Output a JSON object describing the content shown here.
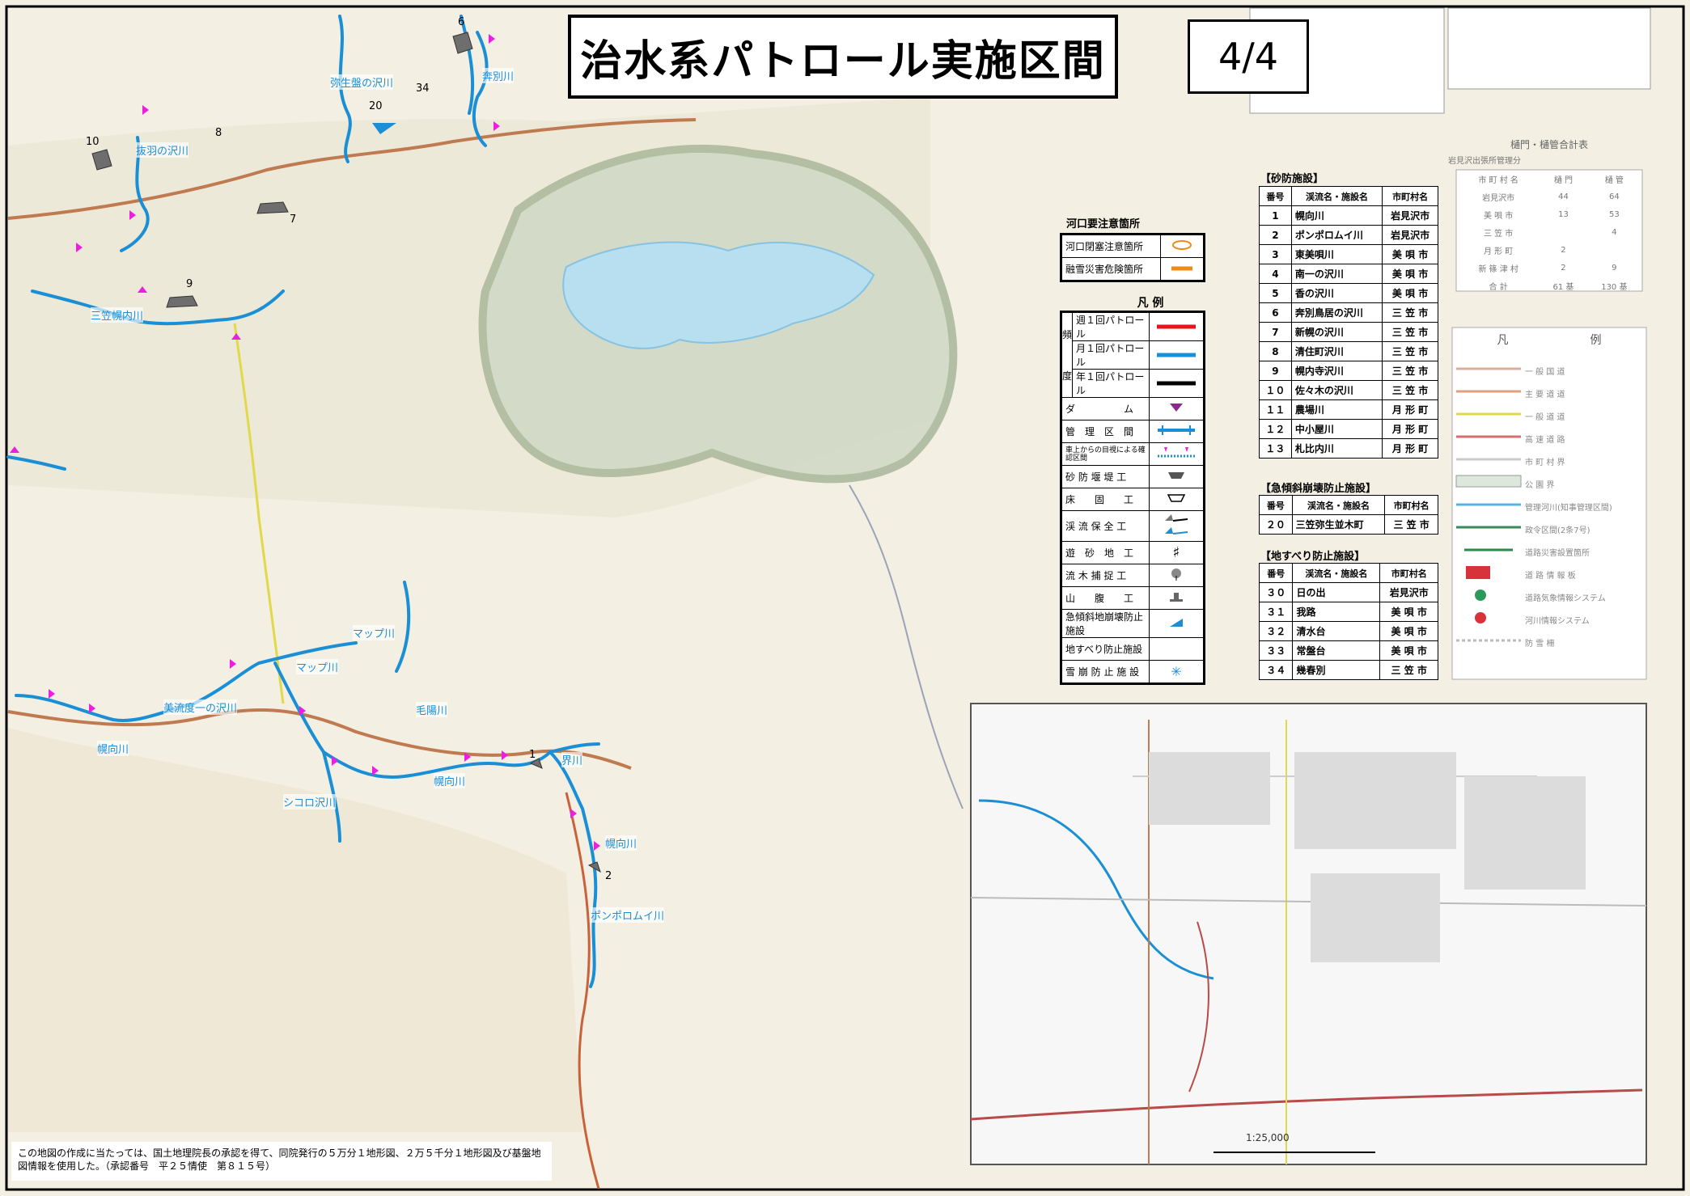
{
  "title": "治水系パトロール実施区間",
  "page": "4/4",
  "estuary": {
    "heading": "河口要注意箇所",
    "items": [
      {
        "label": "河口閉塞注意箇所",
        "symbol": "orange-ellipse-icon"
      },
      {
        "label": "融雪災害危険箇所",
        "symbol": "orange-line-icon"
      }
    ]
  },
  "legend": {
    "heading": "凡 例",
    "frequency_label": [
      "頻",
      "度"
    ],
    "items": [
      {
        "label": "週１回パトロール",
        "symbol": "red-line"
      },
      {
        "label": "月１回パトロール",
        "symbol": "blue-line"
      },
      {
        "label": "年１回パトロール",
        "symbol": "black-line"
      },
      {
        "label": "ダ　　　　　ム",
        "symbol": "dam-triangle-icon"
      },
      {
        "label": "管　理　区　間",
        "symbol": "management-section-icon"
      },
      {
        "label": "車上からの目視による確認区間",
        "symbol": "visual-check-icon"
      },
      {
        "label": "砂 防 堰 堤 工",
        "symbol": "sabo-dam-icon"
      },
      {
        "label": "床　　固　　工",
        "symbol": "groundsill-icon"
      },
      {
        "label": "渓 流 保 全 工",
        "symbol": "stream-conservation-icon"
      },
      {
        "label": "遊　砂　地　工",
        "symbol": "sand-basin-icon"
      },
      {
        "label": "流 木 捕 捉 工",
        "symbol": "driftwood-icon"
      },
      {
        "label": "山　　腹　　工",
        "symbol": "hillside-icon"
      },
      {
        "label": "急傾斜地崩壊防止施設",
        "symbol": "steep-slope-icon"
      },
      {
        "label": "地すべり防止施設",
        "symbol": ""
      },
      {
        "label": "雪 崩 防 止 施 設",
        "symbol": "avalanche-icon"
      }
    ]
  },
  "sabo": {
    "heading": "【砂防施設】",
    "headers": [
      "番号",
      "渓流名・施設名",
      "市町村名"
    ],
    "rows": [
      [
        "1",
        "幌向川",
        "岩見沢市"
      ],
      [
        "2",
        "ポンポロムイ川",
        "岩見沢市"
      ],
      [
        "3",
        "東美唄川",
        "美 唄 市"
      ],
      [
        "4",
        "南一の沢川",
        "美 唄 市"
      ],
      [
        "5",
        "香の沢川",
        "美 唄 市"
      ],
      [
        "6",
        "奔別鳥居の沢川",
        "三 笠 市"
      ],
      [
        "7",
        "新幌の沢川",
        "三 笠 市"
      ],
      [
        "8",
        "清住町沢川",
        "三 笠 市"
      ],
      [
        "9",
        "幌内寺沢川",
        "三 笠 市"
      ],
      [
        "１０",
        "佐々木の沢川",
        "三 笠 市"
      ],
      [
        "１１",
        "農場川",
        "月 形 町"
      ],
      [
        "１２",
        "中小屋川",
        "月 形 町"
      ],
      [
        "１３",
        "札比内川",
        "月 形 町"
      ]
    ]
  },
  "steep": {
    "heading": "【急傾斜崩壊防止施設】",
    "headers": [
      "番号",
      "渓流名・施設名",
      "市町村名"
    ],
    "rows": [
      [
        "２０",
        "三笠弥生並木町",
        "三 笠 市"
      ]
    ]
  },
  "landslide": {
    "heading": "【地すべり防止施設】",
    "headers": [
      "番号",
      "渓流名・施設名",
      "市町村名"
    ],
    "rows": [
      [
        "３０",
        "日の出",
        "岩見沢市"
      ],
      [
        "３１",
        "我路",
        "美 唄 市"
      ],
      [
        "３２",
        "清水台",
        "美 唄 市"
      ],
      [
        "３３",
        "常盤台",
        "美 唄 市"
      ],
      [
        "３４",
        "幾春別",
        "三 笠 市"
      ]
    ]
  },
  "gates": {
    "heading": "樋門・樋管合計表",
    "subheading": "岩見沢出張所管理分",
    "headers": [
      "市 町 村 名",
      "樋 門",
      "樋 管"
    ],
    "rows": [
      [
        "岩見沢市",
        "44",
        "64"
      ],
      [
        "美 唄 市",
        "13",
        "53"
      ],
      [
        "三 笠 市",
        "",
        "4"
      ],
      [
        "月 形 町",
        "2",
        ""
      ],
      [
        "新 篠 津 村",
        "2",
        "9"
      ],
      [
        "合 計",
        "61 基",
        "130 基"
      ]
    ]
  },
  "map_legend": {
    "heading": [
      "凡",
      "例"
    ],
    "items": [
      "一 般 国 道",
      "主 要 道 道",
      "一 般 道 道",
      "高 速 道 路",
      "市 町 村 界",
      "公 園 界",
      "管理河川(知事管理区間)",
      "政令区間(2条7号)",
      "道路災害設置箇所",
      "道 路 情 報 板",
      "道路気象情報システム",
      "河川情報システム",
      "防 雪 柵"
    ]
  },
  "map_labels": {
    "rivers": [
      "弥生盤の沢川",
      "奔別川",
      "抜羽の沢川",
      "三笠幌内川",
      "マップ川",
      "マップ川",
      "毛陽川",
      "美流度一の沢川",
      "幌向川",
      "シコロ沢川",
      "幌向川",
      "界川",
      "幌向川",
      "ポンポロムイ川"
    ],
    "numbers": [
      "6",
      "34",
      "20",
      "10",
      "8",
      "7",
      "9",
      "1",
      "2"
    ]
  },
  "note": "この地図の作成に当たっては、国土地理院長の承認を得て、同院発行の５万分１地形図、２万５千分１地形図及び基盤地図情報を使用した。（承認番号　平２５情使　第８１５号）",
  "inset_scale": "1:25,000",
  "colors": {
    "weekly": "#e8131b",
    "monthly": "#1a8fd6",
    "yearly": "#000000",
    "arrow": "#ee1ee0",
    "dam": "#8a2a8a",
    "estuary": "#f28a1a"
  }
}
